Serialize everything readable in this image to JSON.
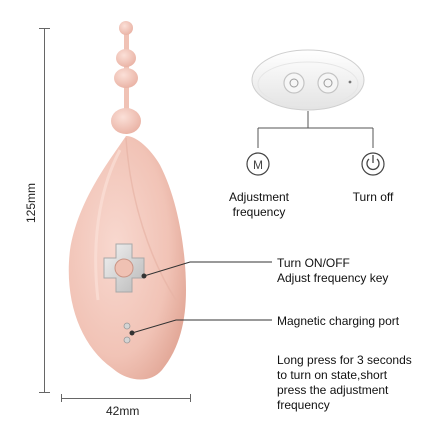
{
  "dimensions": {
    "height_label": "125mm",
    "width_label": "42mm"
  },
  "remote": {
    "left_function": "Adjustment frequency",
    "left_function_line1": "Adjustment",
    "left_function_line2": "frequency",
    "right_function": "Turn off",
    "left_icon": "m-mode-icon",
    "right_icon": "power-icon"
  },
  "callouts": {
    "button_line1": "Turn ON/OFF",
    "button_line2": "Adjust frequency key",
    "charging": "Magnetic charging port",
    "instructions_line1": "Long press for 3 seconds",
    "instructions_line2": "to turn on state,short",
    "instructions_line3": "press the adjustment",
    "instructions_line4": "frequency"
  },
  "colors": {
    "device_pink": "#f3c8bd",
    "device_shadow": "#e6aea0",
    "remote_white": "#f4f4f4",
    "button_silver": "#d9d9d9"
  }
}
